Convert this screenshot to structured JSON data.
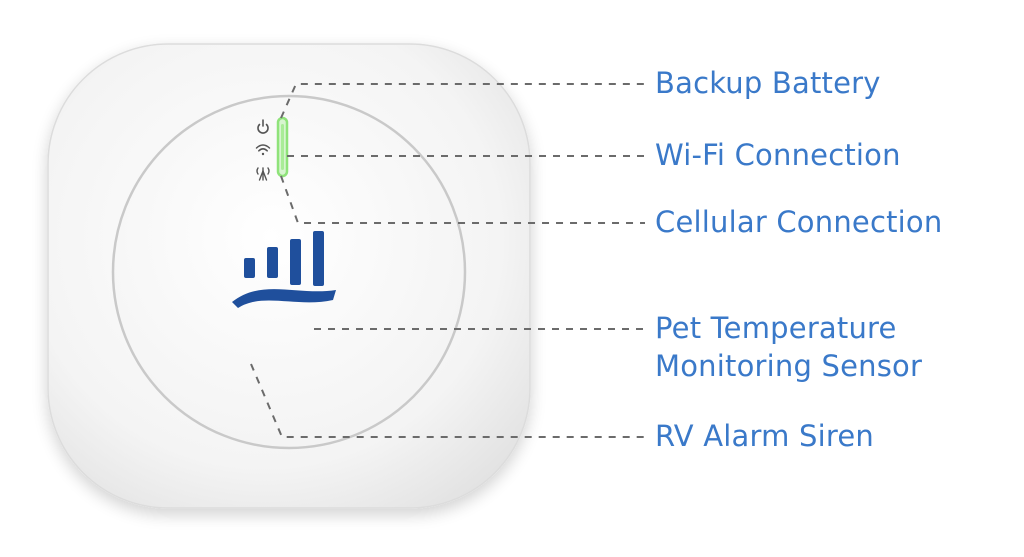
{
  "diagram": {
    "callouts": [
      {
        "id": "backup-battery",
        "label": "Backup Battery"
      },
      {
        "id": "wifi-connection",
        "label": "Wi-Fi Connection"
      },
      {
        "id": "cellular-connection",
        "label": "Cellular Connection"
      },
      {
        "id": "pet-temperature-sensor",
        "label_lines": [
          "Pet Temperature",
          "Monitoring Sensor"
        ]
      },
      {
        "id": "rv-alarm-siren",
        "label": "RV Alarm Siren"
      }
    ],
    "device": {
      "status_icons": [
        "power-icon",
        "wifi-icon",
        "cellular-antenna-icon"
      ],
      "logo": "brand-bars-wave-logo",
      "colors": {
        "logo_blue": "#1f4f9c",
        "label_blue": "#3a79c9",
        "led_green": "#8fe37a",
        "leader_gray": "#6b6b6b"
      }
    }
  }
}
